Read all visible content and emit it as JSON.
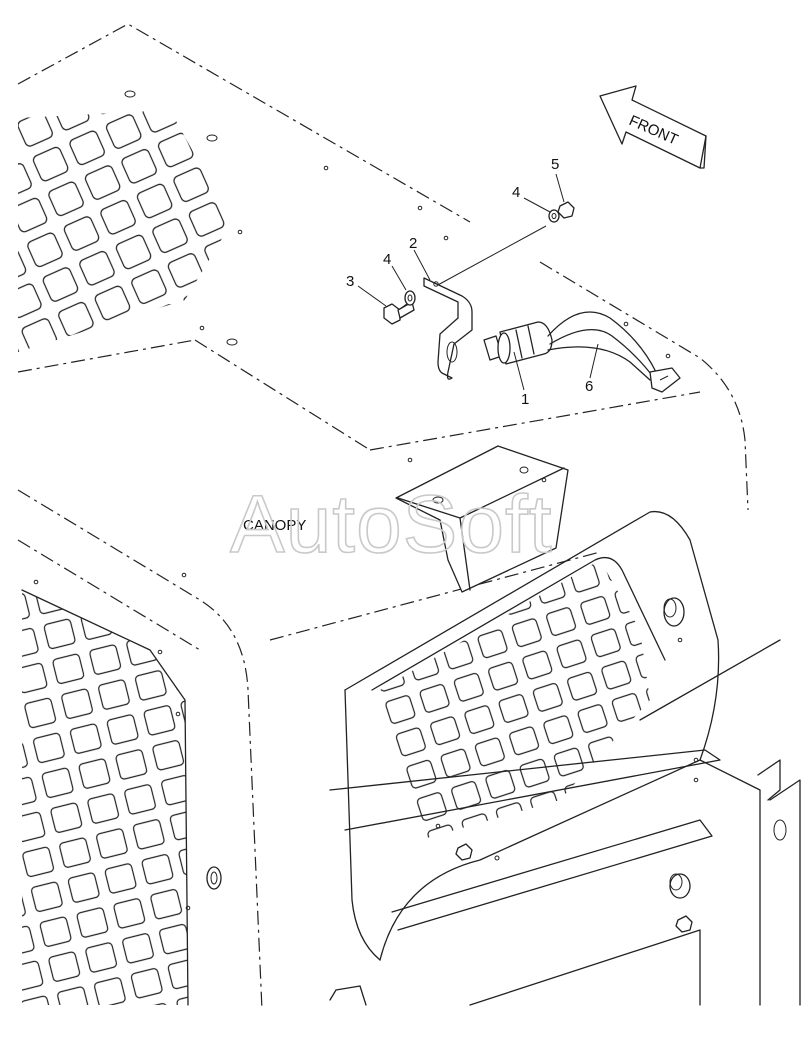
{
  "diagram": {
    "region_label": "CANOPY",
    "direction_label": "FRONT",
    "watermark": "AutoSoft",
    "callouts": [
      {
        "id": "1",
        "text": "1"
      },
      {
        "id": "2",
        "text": "2"
      },
      {
        "id": "3",
        "text": "3"
      },
      {
        "id": "4a",
        "text": "4"
      },
      {
        "id": "4b",
        "text": "4"
      },
      {
        "id": "5",
        "text": "5"
      },
      {
        "id": "6",
        "text": "6"
      }
    ]
  }
}
